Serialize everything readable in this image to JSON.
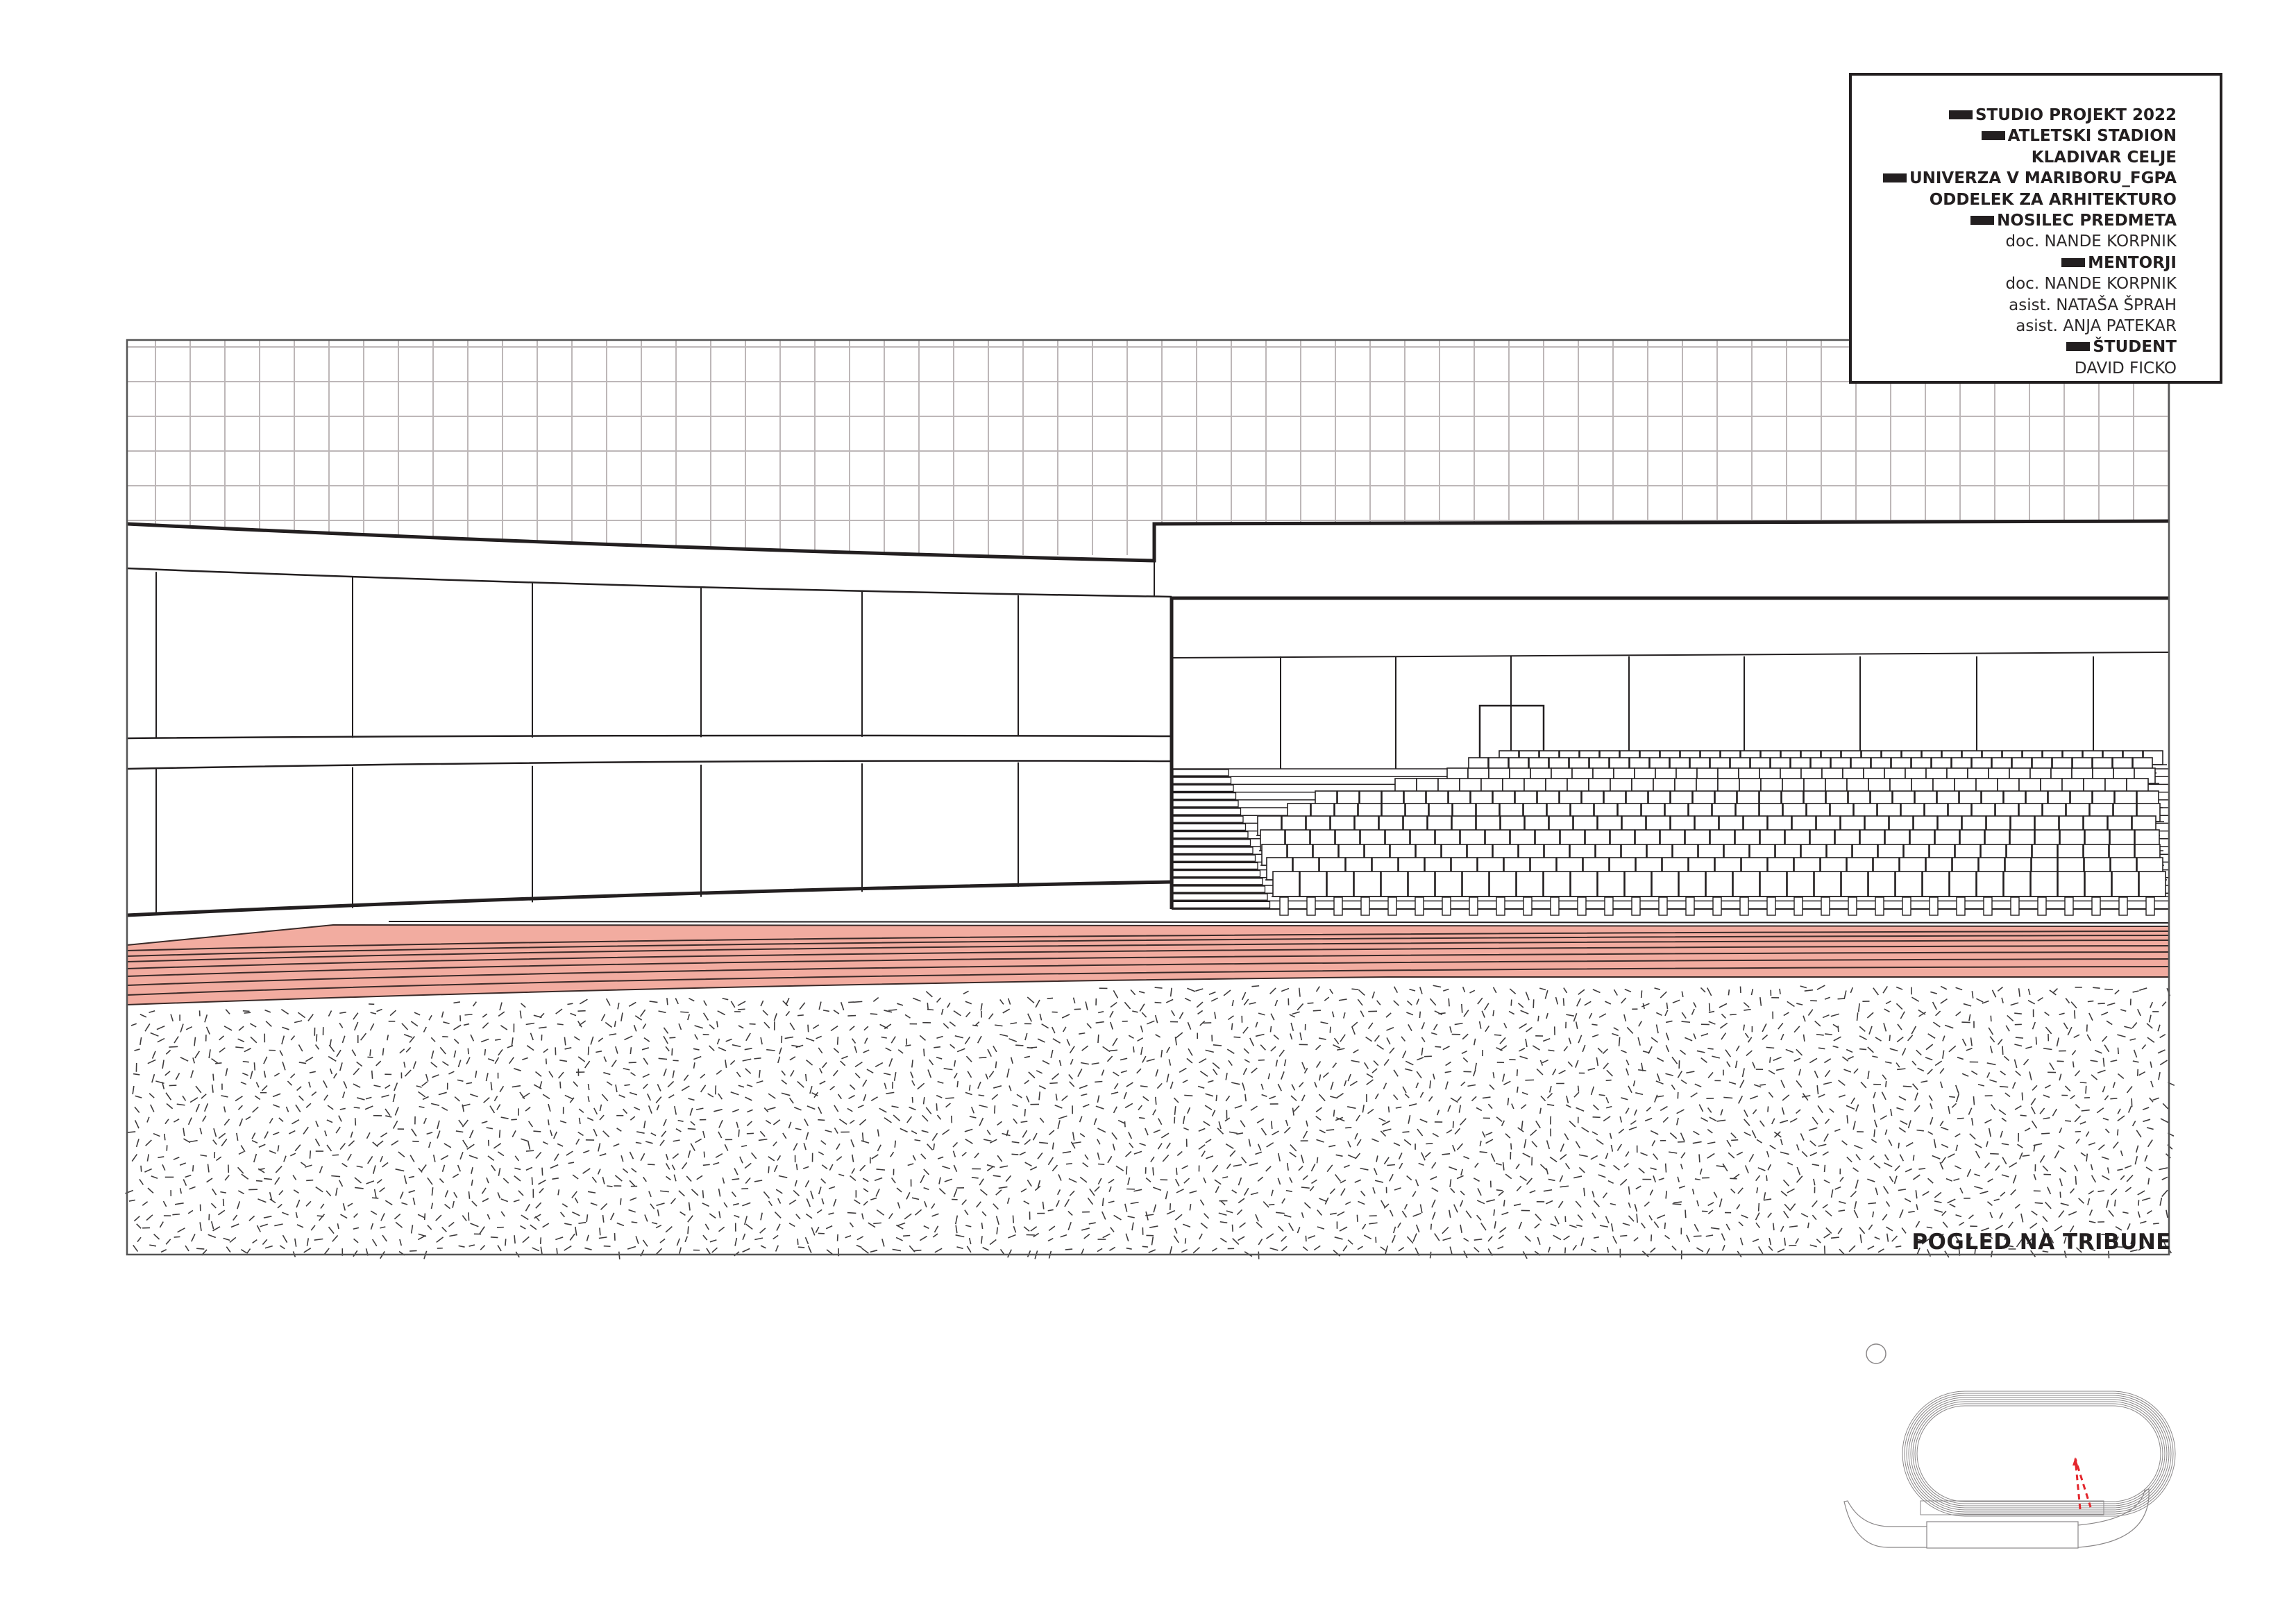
{
  "title_block": {
    "lines": [
      {
        "text": "STUDIO PROJEKT 2022",
        "style": "bold",
        "bar": true
      },
      {
        "text": "ATLETSKI STADION",
        "style": "bold",
        "bar": true
      },
      {
        "text": "KLADIVAR CELJE",
        "style": "bold",
        "bar": false
      },
      {
        "text": "UNIVERZA V MARIBORU_FGPA",
        "style": "bold",
        "bar": true
      },
      {
        "text": "ODDELEK ZA ARHITEKTURO",
        "style": "bold",
        "bar": false
      },
      {
        "text": "NOSILEC PREDMETA",
        "style": "bold",
        "bar": true
      },
      {
        "text": "doc. NANDE KORPNIK",
        "style": "light",
        "bar": false
      },
      {
        "text": "MENTORJI",
        "style": "bold",
        "bar": true
      },
      {
        "text": "doc. NANDE KORPNIK",
        "style": "light",
        "bar": false
      },
      {
        "text": "asist. NATAŠA ŠPRAH",
        "style": "light",
        "bar": false
      },
      {
        "text": "asist. ANJA PATEKAR",
        "style": "light",
        "bar": false
      },
      {
        "text": "ŠTUDENT",
        "style": "bold",
        "bar": true
      },
      {
        "text": "DAVID FICKO",
        "style": "light",
        "bar": false
      }
    ]
  },
  "drawing": {
    "view_title": "POGLED NA TRIBUNE",
    "colors": {
      "ink": "#231f20",
      "grid": "#bdb7b8",
      "track": "#f2aca0",
      "track_lines": "#3a2a28",
      "hatch": "#3d3a3b",
      "keyplan_lines": "#8a8788",
      "view_marker": "#e3262d"
    },
    "elements": {
      "sky_grid": "roof-panel-grid",
      "left_building": "two-storey-glazed-facade",
      "grandstand": "tiered-seating",
      "running_track": "track-lanes",
      "ground": "grass-hatch"
    }
  },
  "key_plan": {
    "north_marker": "circle",
    "plan": "stadium-oval-with-grandstand",
    "view_cone": "red-dashed-view-direction"
  }
}
